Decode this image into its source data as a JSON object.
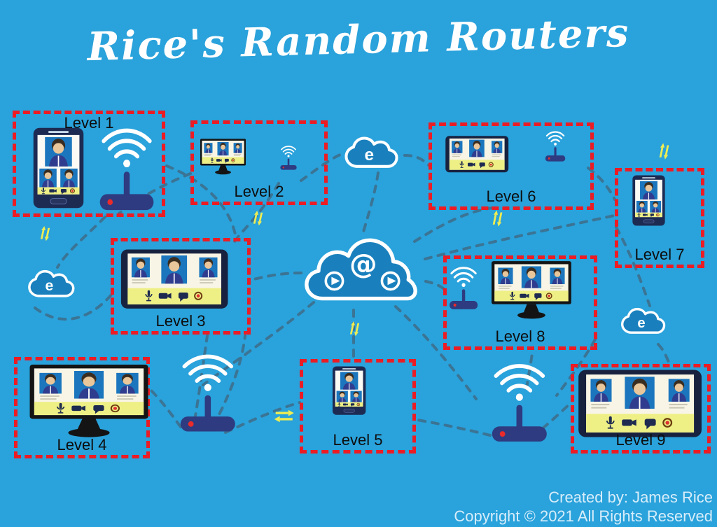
{
  "title": "Rice's Random Routers",
  "levels": [
    {
      "label": "Level 1",
      "devices": [
        "smartphone",
        "wifi-router"
      ]
    },
    {
      "label": "Level 2",
      "devices": [
        "desktop-monitor",
        "wifi-router"
      ]
    },
    {
      "label": "Level 3",
      "devices": [
        "tablet"
      ]
    },
    {
      "label": "Level 4",
      "devices": [
        "desktop-monitor"
      ]
    },
    {
      "label": "Level 5",
      "devices": [
        "smartphone"
      ]
    },
    {
      "label": "Level 6",
      "devices": [
        "tablet",
        "wifi-router"
      ]
    },
    {
      "label": "Level 7",
      "devices": [
        "smartphone"
      ]
    },
    {
      "label": "Level 8",
      "devices": [
        "wifi-router",
        "desktop-monitor"
      ]
    },
    {
      "label": "Level 9",
      "devices": [
        "tablet"
      ]
    }
  ],
  "credit": {
    "created_by": "Created by: James Rice",
    "copyright": "Copyright © 2021 All Rights Reserved"
  },
  "icons": {
    "cloud_e_letter": "e",
    "cloud_at_symbol": "@",
    "play_icon": "right-pointing-play-triangle",
    "wifi_icon": "wifi-signal-arcs",
    "transfer_vertical_icon": "up-down-transfer-arrows",
    "transfer_horizontal_icon": "left-right-transfer-arrows"
  },
  "colors": {
    "background": "#2aa2db",
    "level_box_border": "#ec1c24",
    "cloud_fill": "#1a80bd",
    "router_navy": "#2e3b80",
    "dashed_line": "#3c7291",
    "transfer_yellow": "#f0ee52",
    "callbar_yellow": "#eef086",
    "video_tile_blue": "#1b76bd",
    "title_color": "#ffffff",
    "credit_color": "#d7edfa"
  }
}
